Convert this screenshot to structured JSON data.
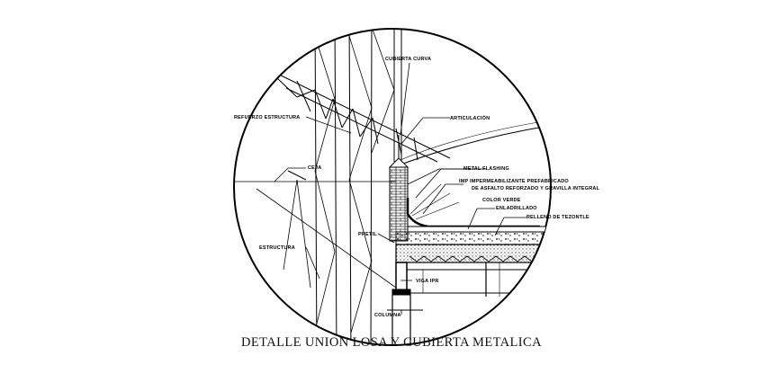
{
  "title": "DETALLE UNION LOSA Y CUBIERTA METALICA",
  "labels": {
    "cubierta_curva": "CUBIERTA CURVA",
    "refuerzo_estructura": "REFUERZO ESTRUCTURA",
    "articulacion": "ARTICULACIÓN",
    "metal_flashing": "METAL FLASHING",
    "ceja": "CEJA",
    "impermeabilizante_1": "IMP IMPERMEABILIZANTE PREFABRICADO",
    "impermeabilizante_2": "DE ASFALTO REFORZADO Y GRAVILLA INTEGRAL",
    "impermeabilizante_3": "COLOR VERDE",
    "enladrillado": "ENLADRILLADO",
    "relleno": "RELLENO DE TEZONTLE",
    "pretil": "PRETIL",
    "estructura": "ESTRUCTURA",
    "viga": "VIGA IPR",
    "columna": "COLUMNA"
  },
  "colors": {
    "line": "#000000",
    "background": "#ffffff"
  }
}
